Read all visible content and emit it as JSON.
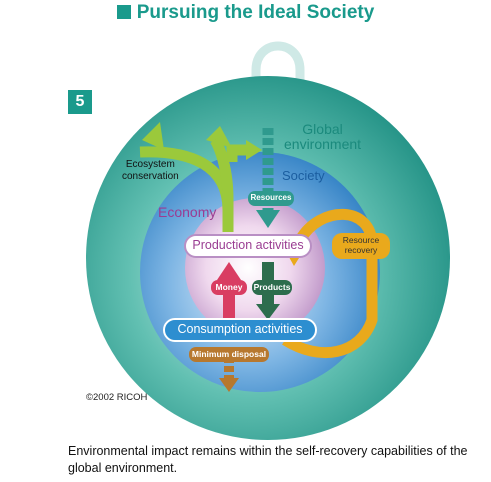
{
  "header": {
    "title": "Pursuing the Ideal Society"
  },
  "badge": {
    "number": "5"
  },
  "diagram": {
    "labels": {
      "global_environment": "Global\nenvironment",
      "society": "Society",
      "economy": "Economy",
      "ecosystem_conservation": "Ecosystem\nconservation",
      "resources": "Resources",
      "production_activities": "Production activities",
      "resource_recovery": "Resource\nrecovery",
      "money": "Money",
      "products": "Products",
      "consumption_activities": "Consumption activities",
      "minimum_disposal": "Minimum disposal"
    },
    "colors": {
      "outer_sphere": "#2fa99c",
      "society_sphere": "#3f8fcf",
      "economy_sphere": "#c4a7cd",
      "green_arrow": "#9bc93b",
      "teal_arrow": "#2f9a8e",
      "orange_arrow": "#e9a91c",
      "red_arrow": "#d93d62",
      "dark_green_arrow": "#2d6d4d",
      "brown_arrow": "#b7782e",
      "production_label": "#9a3d92"
    }
  },
  "copyright": "©2002 RICOH",
  "caption": "Environmental impact remains within the self-recovery capabilities of the global environment."
}
